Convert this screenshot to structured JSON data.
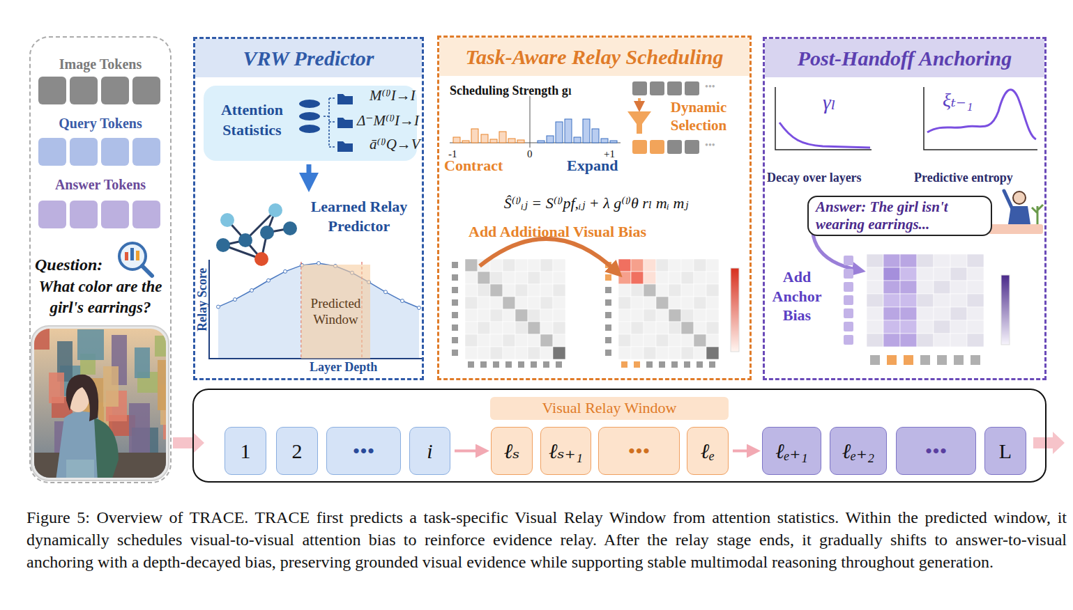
{
  "diagram": {
    "caption": "Figure 5: Overview of TRACE. TRACE first predicts a task-specific Visual Relay Window from attention statistics. Within the predicted window, it dynamically schedules visual-to-visual attention bias to reinforce evidence relay. After the relay stage ends, it gradually shifts to answer-to-visual anchoring with a depth-decayed bias, preserving grounded visual evidence while supporting stable multimodal reasoning throughout generation.",
    "nodes": [
      {
        "text": [
          "Image Tokens",
          "Query Tokens",
          "Answer Tokens",
          "Question:",
          "What color are the girl's earrings?"
        ]
      },
      {
        "text": [
          "VRW Predictor"
        ]
      },
      {
        "text": [
          "Attention Statistics"
        ],
        "in": 1
      },
      {
        "text": [
          "Predicted Window"
        ],
        "in": 1
      },
      {
        "text": [
          "Task-Aware Relay Scheduling"
        ]
      },
      {
        "text": [
          "Post-Handoff Anchoring"
        ]
      },
      {
        "text": [
          "Answer: The girl isn't wearing earrings..."
        ],
        "in": 5
      },
      {
        "text": [
          "Visual Relay Window"
        ]
      },
      {
        "text": [
          "1"
        ]
      },
      {
        "text": [
          "2"
        ]
      },
      {
        "text": [
          "•••"
        ]
      },
      {
        "text": [
          "i"
        ]
      },
      {
        "text": [
          "ℓₛ"
        ]
      },
      {
        "text": [
          "ℓₛ₊₁"
        ]
      },
      {
        "text": [
          "•••"
        ]
      },
      {
        "text": [
          "ℓₑ"
        ]
      },
      {
        "text": [
          "ℓₑ₊₁"
        ]
      },
      {
        "text": [
          "ℓₑ₊₂"
        ]
      },
      {
        "text": [
          "•••"
        ]
      },
      {
        "text": [
          "L"
        ]
      }
    ],
    "edges": [
      {
        "from": 11,
        "to": 12,
        "arrow": "to"
      },
      {
        "from": 15,
        "to": 16,
        "arrow": "to"
      }
    ],
    "labels": [
      "M⁽ˡ⁾I→I",
      "Δ⁻M⁽ˡ⁾I→I",
      "ā⁽ˡ⁾Q→V",
      "Learned Relay Predictor",
      "Relay Score",
      "Layer Depth",
      "Scheduling Strength gₗ",
      "-1",
      "0",
      "+1",
      "Contract",
      "Expand",
      "Dynamic Selection",
      "Ŝ⁽ˡ⁾ᵢⱼ = S⁽ˡ⁾pf,ᵢⱼ + λ g⁽ˡ⁾θ rₗ mᵢ mⱼ",
      "Add Additional Visual Bias",
      "γₗ",
      "ξₜ₋₁",
      "Decay over layers",
      "Predictive entropy",
      "Add Anchor Bias",
      "•••",
      "•••"
    ]
  }
}
